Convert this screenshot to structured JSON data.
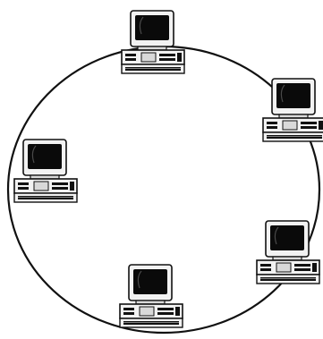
{
  "diagram": {
    "topology": "ring",
    "colors": {
      "line": "#111111",
      "background": "#ffffff",
      "device_outline": "#111111",
      "device_fill_light": "#f2f2f2",
      "device_fill_mid": "#d9d9d9",
      "screen": "#0a0a0a"
    },
    "nodes": [
      {
        "id": "top",
        "type": "desktop-computer",
        "icon": "computer-icon"
      },
      {
        "id": "upper-right",
        "type": "desktop-computer",
        "icon": "computer-icon"
      },
      {
        "id": "left",
        "type": "desktop-computer",
        "icon": "computer-icon"
      },
      {
        "id": "lower-right",
        "type": "desktop-computer",
        "icon": "computer-icon"
      },
      {
        "id": "bottom",
        "type": "desktop-computer",
        "icon": "computer-icon"
      }
    ],
    "links": [
      [
        "top",
        "upper-right"
      ],
      [
        "upper-right",
        "lower-right"
      ],
      [
        "lower-right",
        "bottom"
      ],
      [
        "bottom",
        "left"
      ],
      [
        "left",
        "top"
      ]
    ]
  }
}
